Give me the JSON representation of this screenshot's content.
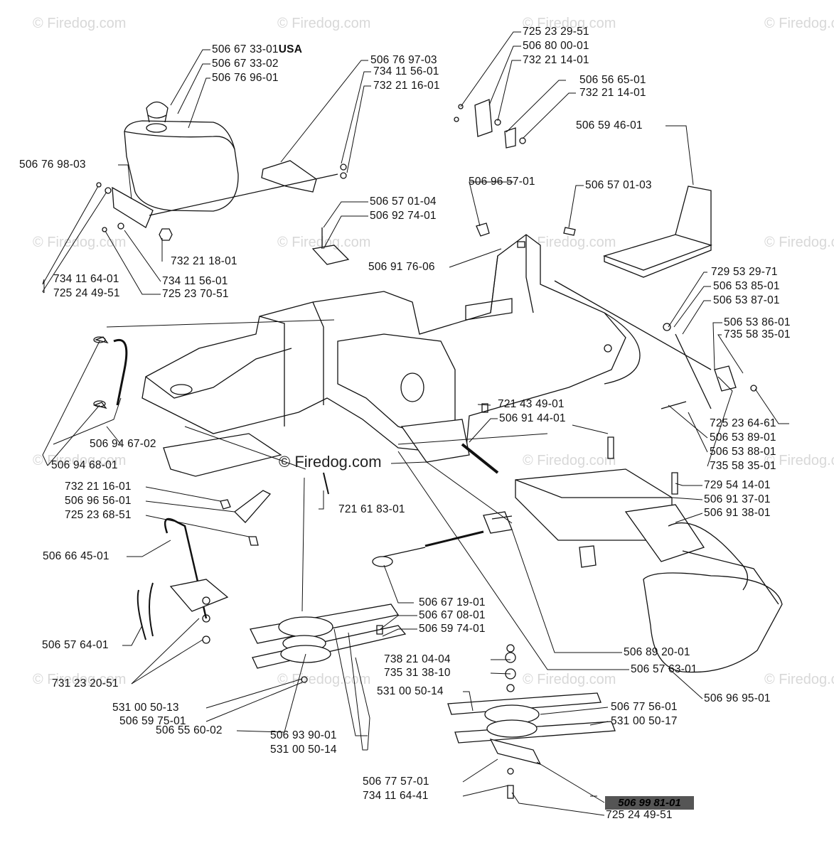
{
  "watermark": "© Firedog.com",
  "center_watermark": "© Firedog.com",
  "highlight_part": "506 99 81-01",
  "usa_suffix": "USA",
  "labels": [
    "506 67 33-01",
    "506 67 33-02",
    "506 76 96-01",
    "506 76 97-03",
    "734 11 56-01",
    "732 21 16-01",
    "725 23 29-51",
    "506 80 00-01",
    "732 21 14-01",
    "506 56 65-01",
    "732 21 14-01",
    "506 59 46-01",
    "506 76 98-03",
    "506 96 57-01",
    "506 57 01-03",
    "506 57 01-04",
    "506 92 74-01",
    "732 21 18-01",
    "506 91 76-06",
    "734 11 64-01",
    "734 11 56-01",
    "725 24 49-51",
    "725 23 70-51",
    "729 53 29-71",
    "506 53 85-01",
    "506 53 87-01",
    "506 53 86-01",
    "735 58 35-01",
    "721 43 49-01",
    "506 91 44-01",
    "725 23 64-61",
    "506 53 89-01",
    "506 53 88-01",
    "735 58 35-01",
    "506 94 67-02",
    "506 94 68-01",
    "732 21 16-01",
    "506 96 56-01",
    "725 23 68-51",
    "721 61 83-01",
    "729 54 14-01",
    "506 91 37-01",
    "506 91 38-01",
    "506 66 45-01",
    "506 67 19-01",
    "506 67 08-01",
    "506 59 74-01",
    "506 57 64-01",
    "506 89 20-01",
    "738 21 04-04",
    "735 31 38-10",
    "506 57 63-01",
    "731 23 20-51",
    "506 96 95-01",
    "531 00 50-14",
    "531 00 50-13",
    "506 59 75-01",
    "506 77 56-01",
    "531 00 50-17",
    "506 55 60-02",
    "506 93 90-01",
    "531 00 50-14",
    "506 77 57-01",
    "734 11 64-41",
    "725 24 49-51"
  ]
}
